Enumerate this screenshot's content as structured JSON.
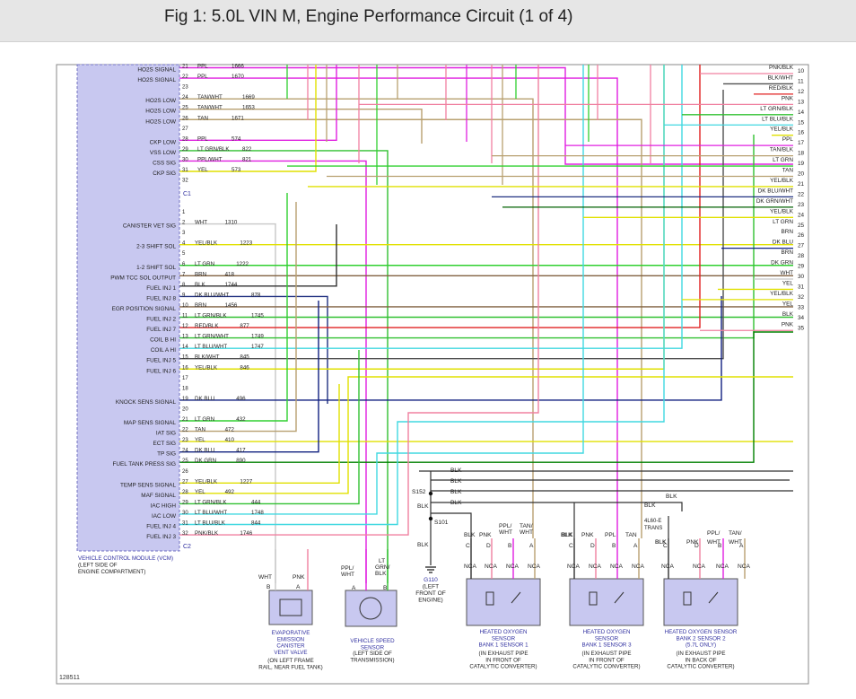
{
  "title": "Fig 1: 5.0L VIN M, Engine Performance Circuit (1 of 4)",
  "vcm": {
    "label_lines": [
      "VEHICLE CONTROL MODULE (VCM)",
      "(LEFT SIDE OF",
      "ENGINE COMPARTMENT)"
    ],
    "connector_c1": "C1",
    "connector_c2": "C2"
  },
  "colors": {
    "PPL": "#e020e0",
    "TAN": "#b8a070",
    "TANWHT": "#b8a070",
    "PNK": "#f080a0",
    "LTGRNBLK": "#30c030",
    "PPLWHT": "#e020e0",
    "YEL": "#e0e000",
    "WHT": "#c8c8c8",
    "YELBLK": "#e0e000",
    "LTGRN": "#30d030",
    "BRN": "#806040",
    "BLK": "#303030",
    "DKBLUWHT": "#203080",
    "REDBLK": "#e02020",
    "LTGRNWHT": "#30c030",
    "LTBLUWHT": "#40d8e0",
    "BLKWHT": "#505050",
    "DKBLU": "#102080",
    "DKGRN": "#008000",
    "LTBLUBLK": "#40d8e0",
    "PNKBLK": "#f080a0",
    "LTBLU": "#40d8e0",
    "DKGRNWHT": "#006000",
    "vcm_fill": "#c8c8f0",
    "component_fill": "#c8c8f0"
  },
  "c1_pins": [
    {
      "pin": "21",
      "signal": "HO2S SIGNAL",
      "wire": "PPL",
      "circuit": "1666",
      "color": "PPL"
    },
    {
      "pin": "22",
      "signal": "HO2S SIGNAL",
      "wire": "PPL",
      "circuit": "1670",
      "color": "PPL"
    },
    {
      "pin": "23",
      "signal": "",
      "wire": "",
      "circuit": "",
      "color": ""
    },
    {
      "pin": "24",
      "signal": "HO2S LOW",
      "wire": "TAN/WHT",
      "circuit": "1669",
      "color": "TANWHT"
    },
    {
      "pin": "25",
      "signal": "HO2S LOW",
      "wire": "TAN/WHT",
      "circuit": "1653",
      "color": "TANWHT"
    },
    {
      "pin": "26",
      "signal": "HO2S LOW",
      "wire": "TAN",
      "circuit": "1671",
      "color": "TAN"
    },
    {
      "pin": "27",
      "signal": "",
      "wire": "",
      "circuit": "",
      "color": ""
    },
    {
      "pin": "28",
      "signal": "CKP LOW",
      "wire": "PPL",
      "circuit": "574",
      "color": "PPL"
    },
    {
      "pin": "29",
      "signal": "VSS LOW",
      "wire": "LT GRN/BLK",
      "circuit": "822",
      "color": "LTGRNBLK"
    },
    {
      "pin": "30",
      "signal": "CSS SIG",
      "wire": "PPL/WHT",
      "circuit": "821",
      "color": "PPLWHT"
    },
    {
      "pin": "31",
      "signal": "CKP SIG",
      "wire": "YEL",
      "circuit": "573",
      "color": "YEL"
    },
    {
      "pin": "32",
      "signal": "",
      "wire": "",
      "circuit": "",
      "color": ""
    }
  ],
  "c2_pins": [
    {
      "pin": "1",
      "signal": "",
      "wire": "",
      "circuit": "",
      "color": ""
    },
    {
      "pin": "2",
      "signal": "CANISTER VET SIG",
      "wire": "WHT",
      "circuit": "1310",
      "color": "WHT"
    },
    {
      "pin": "3",
      "signal": "",
      "wire": "",
      "circuit": "",
      "color": ""
    },
    {
      "pin": "4",
      "signal": "2-3 SHIFT SOL",
      "wire": "YEL/BLK",
      "circuit": "1223",
      "color": "YELBLK"
    },
    {
      "pin": "5",
      "signal": "",
      "wire": "",
      "circuit": "",
      "color": ""
    },
    {
      "pin": "6",
      "signal": "1-2 SHIFT SOL",
      "wire": "LT GRN",
      "circuit": "1222",
      "color": "LTGRN"
    },
    {
      "pin": "7",
      "signal": "PWM TCC SOL OUTPUT",
      "wire": "BRN",
      "circuit": "418",
      "color": "BRN"
    },
    {
      "pin": "8",
      "signal": "FUEL INJ 1",
      "wire": "BLK",
      "circuit": "1744",
      "color": "BLK"
    },
    {
      "pin": "9",
      "signal": "FUEL INJ 8",
      "wire": "DK BLU/WHT",
      "circuit": "878",
      "color": "DKBLUWHT"
    },
    {
      "pin": "10",
      "signal": "EGR POSITION SIGNAL",
      "wire": "BRN",
      "circuit": "1456",
      "color": "BRN"
    },
    {
      "pin": "11",
      "signal": "FUEL INJ 2",
      "wire": "LT GRN/BLK",
      "circuit": "1745",
      "color": "LTGRNBLK"
    },
    {
      "pin": "12",
      "signal": "FUEL INJ 7",
      "wire": "RED/BLK",
      "circuit": "877",
      "color": "REDBLK"
    },
    {
      "pin": "13",
      "signal": "COIL B HI",
      "wire": "LT GRN/WHT",
      "circuit": "1749",
      "color": "LTGRNWHT"
    },
    {
      "pin": "14",
      "signal": "COIL A HI",
      "wire": "LT BLU/WHT",
      "circuit": "1747",
      "color": "LTBLUWHT"
    },
    {
      "pin": "15",
      "signal": "FUEL INJ 5",
      "wire": "BLK/WHT",
      "circuit": "845",
      "color": "BLKWHT"
    },
    {
      "pin": "16",
      "signal": "FUEL INJ 6",
      "wire": "YEL/BLK",
      "circuit": "846",
      "color": "YELBLK"
    },
    {
      "pin": "17",
      "signal": "",
      "wire": "",
      "circuit": "",
      "color": ""
    },
    {
      "pin": "18",
      "signal": "",
      "wire": "",
      "circuit": "",
      "color": ""
    },
    {
      "pin": "19",
      "signal": "KNOCK SENS SIGNAL",
      "wire": "DK BLU",
      "circuit": "496",
      "color": "DKBLU"
    },
    {
      "pin": "20",
      "signal": "",
      "wire": "",
      "circuit": "",
      "color": ""
    },
    {
      "pin": "21",
      "signal": "MAP SENS SIGNAL",
      "wire": "LT GRN",
      "circuit": "432",
      "color": "LTGRN"
    },
    {
      "pin": "22",
      "signal": "IAT SIG",
      "wire": "TAN",
      "circuit": "472",
      "color": "TAN"
    },
    {
      "pin": "23",
      "signal": "ECT SIG",
      "wire": "YEL",
      "circuit": "410",
      "color": "YEL"
    },
    {
      "pin": "24",
      "signal": "TP SIG",
      "wire": "DK BLU",
      "circuit": "417",
      "color": "DKBLU"
    },
    {
      "pin": "25",
      "signal": "FUEL TANK PRESS SIG",
      "wire": "DK GRN",
      "circuit": "890",
      "color": "DKGRN"
    },
    {
      "pin": "26",
      "signal": "",
      "wire": "",
      "circuit": "",
      "color": ""
    },
    {
      "pin": "27",
      "signal": "TEMP SENS SIGNAL",
      "wire": "YEL/BLK",
      "circuit": "1227",
      "color": "YELBLK"
    },
    {
      "pin": "28",
      "signal": "MAF SIGNAL",
      "wire": "YEL",
      "circuit": "492",
      "color": "YEL"
    },
    {
      "pin": "29",
      "signal": "IAC HIGH",
      "wire": "LT GRN/BLK",
      "circuit": "444",
      "color": "LTGRNBLK"
    },
    {
      "pin": "30",
      "signal": "IAC LOW",
      "wire": "LT BLU/WHT",
      "circuit": "1748",
      "color": "LTBLUWHT"
    },
    {
      "pin": "31",
      "signal": "FUEL INJ 4",
      "wire": "LT BLU/BLK",
      "circuit": "844",
      "color": "LTBLUBLK"
    },
    {
      "pin": "32",
      "signal": "FUEL INJ 3",
      "wire": "PNK/BLK",
      "circuit": "1746",
      "color": "PNKBLK"
    }
  ],
  "right_labels": [
    {
      "num": "10",
      "wire": "PNK/BLK",
      "color": "PNKBLK"
    },
    {
      "num": "11",
      "wire": "BLK/WHT",
      "color": "BLKWHT"
    },
    {
      "num": "12",
      "wire": "RED/BLK",
      "color": "REDBLK"
    },
    {
      "num": "13",
      "wire": "PNK",
      "color": "PNK"
    },
    {
      "num": "14",
      "wire": "LT GRN/BLK",
      "color": "LTGRNBLK"
    },
    {
      "num": "15",
      "wire": "LT BLU/BLK",
      "color": "LTBLUBLK"
    },
    {
      "num": "16",
      "wire": "YEL/BLK",
      "color": "YELBLK"
    },
    {
      "num": "17",
      "wire": "PPL",
      "color": "PPL"
    },
    {
      "num": "18",
      "wire": "TAN/BLK",
      "color": "TAN"
    },
    {
      "num": "19",
      "wire": "LT GRN",
      "color": "LTGRN"
    },
    {
      "num": "20",
      "wire": "TAN",
      "color": "TAN"
    },
    {
      "num": "21",
      "wire": "YEL/BLK",
      "color": "YELBLK"
    },
    {
      "num": "22",
      "wire": "DK BLU/WHT",
      "color": "DKBLUWHT"
    },
    {
      "num": "23",
      "wire": "DK GRN/WHT",
      "color": "DKGRNWHT"
    },
    {
      "num": "24",
      "wire": "YEL/BLK",
      "color": "YELBLK"
    },
    {
      "num": "25",
      "wire": "LT GRN",
      "color": "LTGRN"
    },
    {
      "num": "26",
      "wire": "BRN",
      "color": "BRN"
    },
    {
      "num": "27",
      "wire": "DK BLU",
      "color": "DKBLU"
    },
    {
      "num": "28",
      "wire": "BRN",
      "color": "BRN"
    },
    {
      "num": "29",
      "wire": "DK GRN",
      "color": "DKGRN"
    },
    {
      "num": "30",
      "wire": "WHT",
      "color": "WHT"
    },
    {
      "num": "31",
      "wire": "YEL",
      "color": "YEL"
    },
    {
      "num": "32",
      "wire": "YEL/BLK",
      "color": "YELBLK"
    },
    {
      "num": "33",
      "wire": "YEL",
      "color": "YEL"
    },
    {
      "num": "34",
      "wire": "BLK",
      "color": "BLK"
    },
    {
      "num": "35",
      "wire": "PNK",
      "color": "PNK"
    }
  ],
  "ground": {
    "splices": [
      "S152",
      "S101"
    ],
    "wire": "BLK",
    "ground_lines": [
      "G110",
      "(LEFT",
      "FRONT OF",
      "ENGINE)"
    ]
  },
  "splice_label": [
    "4L60-E",
    "TRANS"
  ],
  "components": [
    {
      "name_lines": [
        "EVAPORATIVE",
        "EMISSION",
        "CANISTER",
        "VENT VALVE"
      ],
      "loc_lines": [
        "(ON LEFT FRAME",
        "RAIL, NEAR FUEL TANK)"
      ],
      "pins": [
        "B",
        "A"
      ],
      "wires": [
        "WHT",
        "PNK"
      ]
    },
    {
      "name_lines": [
        "VEHICLE SPEED",
        "SENSOR"
      ],
      "loc_lines": [
        "(LEFT SIDE OF",
        "TRANSMISSION)"
      ],
      "pins": [
        "A",
        "B"
      ],
      "wires": [
        "PPL/",
        "WHT",
        "LT",
        "GRN/",
        "BLK"
      ]
    },
    {
      "name_lines": [
        "HEATED OXYGEN",
        "SENSOR",
        "BANK 1 SENSOR 1"
      ],
      "loc_lines": [
        "(IN EXHAUST PIPE",
        "IN FRONT OF",
        "CATALYTIC CONVERTER)"
      ],
      "pins": [
        "C",
        "D",
        "B",
        "A"
      ],
      "wires": [
        "BLK",
        "PNK",
        "PPL/",
        "WHT",
        "TAN/",
        "WHT"
      ],
      "nca": [
        "NCA",
        "NCA",
        "NCA",
        "NCA"
      ]
    },
    {
      "name_lines": [
        "HEATED OXYGEN",
        "SENSOR",
        "BANK 1 SENSOR 3"
      ],
      "loc_lines": [
        "(IN EXHAUST PIPE",
        "IN FRONT OF",
        "CATALYTIC CONVERTER)"
      ],
      "pins": [
        "C",
        "D",
        "B",
        "A"
      ],
      "wires": [
        "BLK",
        "PNK",
        "PPL",
        "TAN"
      ],
      "nca": [
        "NCA",
        "NCA",
        "NCA",
        "NCA"
      ]
    },
    {
      "name_lines": [
        "HEATED OXYGEN SENSOR",
        "BANK 2 SENSOR 2",
        "(5.7L ONLY)"
      ],
      "loc_lines": [
        "(IN EXHAUST PIPE",
        "IN BACK OF",
        "CATALYTIC CONVERTER)"
      ],
      "pins": [
        "C",
        "D",
        "B",
        "A"
      ],
      "wires": [
        "BLK",
        "PNK",
        "PPL/",
        "WHT",
        "TAN/",
        "WHT"
      ],
      "nca": [
        "NCA",
        "NCA",
        "NCA",
        "NCA"
      ]
    }
  ],
  "footer_id": "128511"
}
